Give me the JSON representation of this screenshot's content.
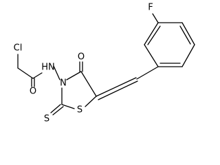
{
  "molecule": {
    "atoms": {
      "cl": "Cl",
      "f": "F",
      "o_amide": "O",
      "o_ketone": "O",
      "n_amide": "HN",
      "n_ring": "N",
      "s_ring": "S",
      "s_thione": "S"
    }
  }
}
